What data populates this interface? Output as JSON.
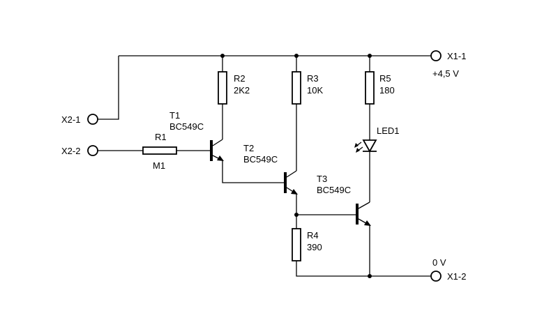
{
  "terminals": {
    "x1_1": "X1-1",
    "x1_2": "X1-2",
    "x2_1": "X2-1",
    "x2_2": "X2-2"
  },
  "supply": {
    "positive": "+4,5 V",
    "ground": "0 V"
  },
  "components": {
    "r1": {
      "ref": "R1",
      "value": "M1"
    },
    "r2": {
      "ref": "R2",
      "value": "2K2"
    },
    "r3": {
      "ref": "R3",
      "value": "10K"
    },
    "r4": {
      "ref": "R4",
      "value": "390"
    },
    "r5": {
      "ref": "R5",
      "value": "180"
    },
    "t1": {
      "ref": "T1",
      "value": "BC549C"
    },
    "t2": {
      "ref": "T2",
      "value": "BC549C"
    },
    "t3": {
      "ref": "T3",
      "value": "BC549C"
    },
    "led1": {
      "ref": "LED1"
    }
  }
}
